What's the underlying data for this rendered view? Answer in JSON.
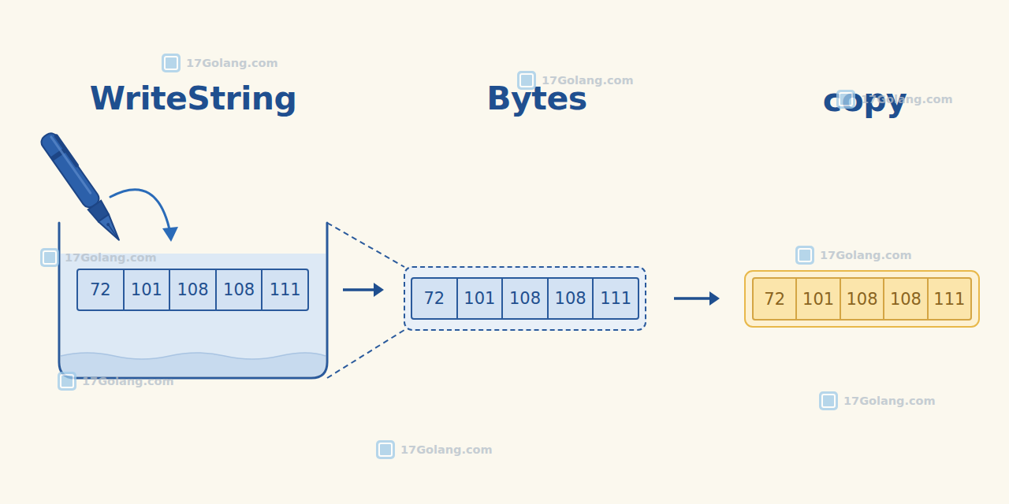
{
  "diagram": {
    "nodes": [
      {
        "text": [
          "72",
          "101",
          "108",
          "108",
          "111"
        ]
      },
      {
        "text": [
          "72",
          "101",
          "108",
          "108",
          "111"
        ]
      },
      {
        "text": [
          "72",
          "101",
          "108",
          "108",
          "111"
        ]
      }
    ],
    "edges": [
      {
        "from": 0,
        "to": 1,
        "arrow": "to"
      },
      {
        "from": 1,
        "to": 2,
        "arrow": "to"
      }
    ],
    "labels": [
      "WriteString",
      "Bytes",
      "copy",
      "17Golang.com",
      "17Golang.com",
      "17Golang.com",
      "17Golang.com",
      "17Golang.com",
      "17Golang.com",
      "17Golang.com",
      "17Golang.com"
    ]
  }
}
